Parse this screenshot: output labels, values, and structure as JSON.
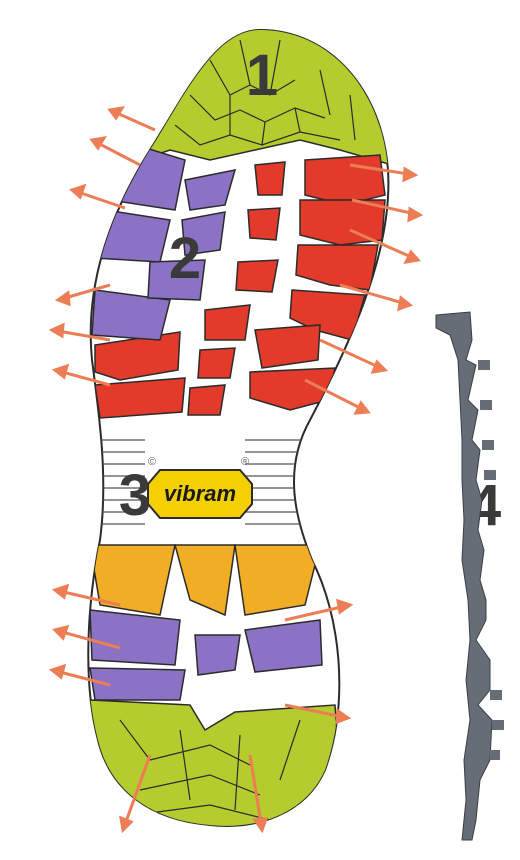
{
  "diagram": {
    "zones": [
      {
        "id": "zone-1",
        "label": "1",
        "color": "#b5cc2e"
      },
      {
        "id": "zone-2",
        "label": "2",
        "color": "#8b72c4"
      },
      {
        "id": "zone-3",
        "label": "3",
        "color": "#ffffff"
      },
      {
        "id": "zone-4",
        "label": "4",
        "color": "#666c75"
      }
    ],
    "colors": {
      "forefoot_lugs": "#e23a2b",
      "side_lugs": "#8b72c4",
      "toe_heel": "#b5cc2e",
      "heel_front": "#f0ad25",
      "arrow": "#ec7d55",
      "outline": "#2b2b2b",
      "profile": "#676d76"
    },
    "logo": {
      "text": "vibram",
      "reg_marks": [
        "©",
        "®"
      ],
      "fill": "#f4d000"
    }
  }
}
